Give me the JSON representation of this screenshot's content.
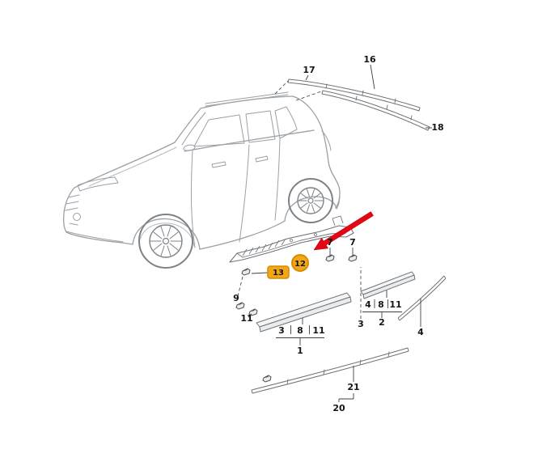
{
  "colors": {
    "highlight_fill": "#F2A71B",
    "highlight_stroke": "#D88A00",
    "arrow_fill": "#E30613",
    "line_art": "#9AA0A6",
    "part_line": "#6F7479",
    "label_text": "#151515"
  },
  "callouts": {
    "roof_trim_front": "17",
    "roof_trim_middle": "16",
    "roof_trim_rear": "18",
    "fastener_top_left": "7",
    "fastener_top_right": "7",
    "sill_panel_highlight": "12",
    "sill_panel_fastener_highlight": "13",
    "fastener_left_upper": "9",
    "fastener_left_lower": "11",
    "front_molding_group": [
      "3",
      "8",
      "11"
    ],
    "front_molding_assembly": "1",
    "rocker_clip": "3",
    "rear_molding_group": [
      "4",
      "8",
      "11"
    ],
    "rear_molding_assembly": "2",
    "side_trim_strip": "4",
    "sill_strip_clips": "21",
    "sill_strip_assembly": "20"
  }
}
